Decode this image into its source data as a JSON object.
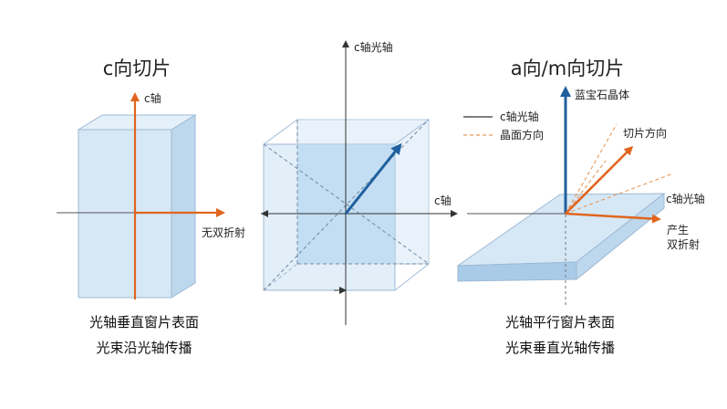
{
  "colors": {
    "axis": "#555555",
    "orange": "#E0651E",
    "blue_arrow": "#1F5F9E",
    "crystal_fill": "#D6E8F6",
    "crystal_edge": "#9DBAD4",
    "crystal_side": "#BDD7EC",
    "inner_face": "#B9D8F0",
    "dashed_orange": "#E89A5A"
  },
  "left_panel": {
    "title": "c向切片",
    "axis_label": "c轴",
    "side_label": "无双折射",
    "caption_line1": "光轴垂直窗片表面",
    "caption_line2": "光束沿光轴传播"
  },
  "center_panel": {
    "top_axis_label": "c轴光轴",
    "right_axis_label": "c轴"
  },
  "right_panel": {
    "title": "a向/m向切片",
    "vertical_label": "蓝宝石晶体",
    "legend_solid": "c轴光轴",
    "legend_dashed": "晶面方向",
    "cut_direction_label": "切片方向",
    "axis_label": "c轴光轴",
    "birefringence_line1": "产生",
    "birefringence_line2": "双折射",
    "caption_line1": "光轴平行窗片表面",
    "caption_line2": "光束垂直光轴传播"
  }
}
